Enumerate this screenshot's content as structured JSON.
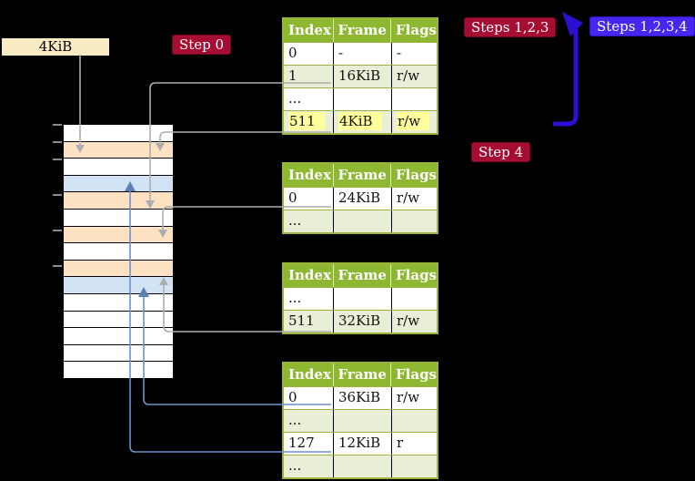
{
  "labels": {
    "page_size_label": "4KiB",
    "step0_badge": "Step 0",
    "steps123_badge": "Steps 1,2,3",
    "steps1234_badge": "Steps 1,2,3,4",
    "step4_badge": "Step 4"
  },
  "colors": {
    "background": "#000000",
    "table_header_green": "#8fb832",
    "table_row_green": "#e9efd6",
    "table_border_olive": "#9bb43c",
    "highlight_yellow": "#ffff9b",
    "memory_orange": "#fce1c2",
    "memory_blue": "#d2e2f5",
    "label_wheat": "#f9ebc4",
    "badge_crimson": "#a50d33",
    "badge_blue": "#4527f0",
    "connector_gray": "#adadad",
    "connector_blue": "#6e91c8",
    "big_arrow_blue": "#2c10d2"
  },
  "memory": {
    "rows": [
      "white",
      "orange",
      "white",
      "blue",
      "orange",
      "white",
      "orange",
      "white",
      "orange",
      "blue",
      "white",
      "white",
      "white",
      "white",
      "white"
    ]
  },
  "tables": [
    {
      "name": "page-table-top",
      "headers": [
        "Index",
        "Frame",
        "Flags"
      ],
      "rows": [
        [
          "0",
          "-",
          "-"
        ],
        [
          "1",
          "16KiB",
          "r/w"
        ],
        [
          "...",
          "",
          ""
        ],
        [
          "511",
          "4KiB",
          "r/w"
        ]
      ],
      "highlight_row": 3
    },
    {
      "name": "page-table-second",
      "headers": [
        "Index",
        "Frame",
        "Flags"
      ],
      "rows": [
        [
          "0",
          "24KiB",
          "r/w"
        ],
        [
          "...",
          "",
          ""
        ]
      ],
      "highlight_row": -1
    },
    {
      "name": "page-table-third",
      "headers": [
        "Index",
        "Frame",
        "Flags"
      ],
      "rows": [
        [
          "...",
          "",
          ""
        ],
        [
          "511",
          "32KiB",
          "r/w"
        ]
      ],
      "highlight_row": -1
    },
    {
      "name": "page-table-fourth",
      "headers": [
        "Index",
        "Frame",
        "Flags"
      ],
      "rows": [
        [
          "0",
          "36KiB",
          "r/w"
        ],
        [
          "...",
          "",
          ""
        ],
        [
          "127",
          "12KiB",
          "r"
        ],
        [
          "...",
          "",
          ""
        ]
      ],
      "highlight_row": -1
    }
  ]
}
